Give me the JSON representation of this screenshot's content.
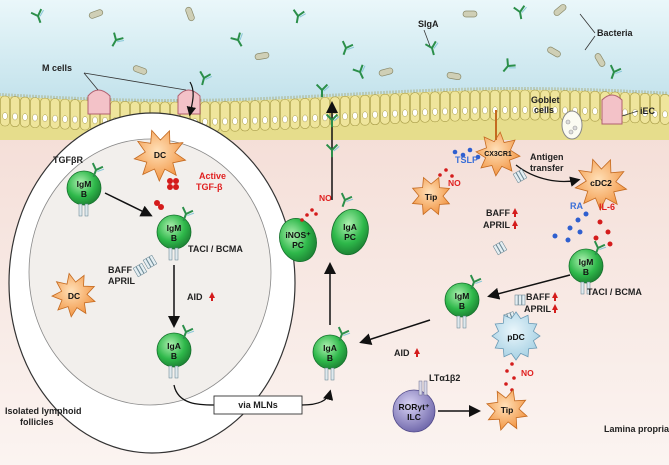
{
  "labels": {
    "m_cells": "M cells",
    "siga": "SIgA",
    "bacteria": "Bacteria",
    "goblet_cells_1": "Goblet",
    "goblet_cells_2": "cells",
    "iec": "iEC",
    "dc_follicle": "DC",
    "active_1": "Active",
    "active_2": "TGF-β",
    "tgfbr": "TGFβR",
    "igm_b": [
      "IgM",
      "B"
    ],
    "iga_b": [
      "IgA",
      "B"
    ],
    "taci_bcma_1": "TACI / BCMA",
    "taci_bcma_2": "TACI / BCMA",
    "baff_1": "BAFF",
    "april_1": "APRIL",
    "baff_2": "BAFF",
    "april_2": "APRIL",
    "baff_3": "BAFF",
    "april_3": "APRIL",
    "dc_small": "DC",
    "aid_1": "AID",
    "aid_2": "AID",
    "isolated_1": "Isolated lymphoid",
    "isolated_2": "follicles",
    "via_mlns": "via MLNs",
    "inos_pc_1": "iNOS⁺",
    "inos_pc_2": "PC",
    "iga_pc_1": "IgA",
    "iga_pc_2": "PC",
    "no_1": "NO",
    "no_2": "NO",
    "no_3": "NO",
    "tslp": "TSLP",
    "cx3cr1": "CX3CR1",
    "antigen_1": "Antigen",
    "antigen_2": "transfer",
    "cdc2": "cDC2",
    "ra": "RA",
    "il6": "IL-6",
    "tip_1": "Tip",
    "tip_2": "Tip",
    "pdc": "pDC",
    "lta": "LTα1β2",
    "ror_1": "RORγt⁺",
    "ror_2": "ILC",
    "lamina": "Lamina propria"
  },
  "colors": {
    "lumen": "#d8eef4",
    "epithelium": "#e7df92",
    "lamina": "#f7ebe6",
    "b_cell": "#2eb84a",
    "dc": "#f6a85a",
    "pdc": "#b8dcea",
    "ilc": "#8e86c4",
    "arrow": "#111111"
  }
}
